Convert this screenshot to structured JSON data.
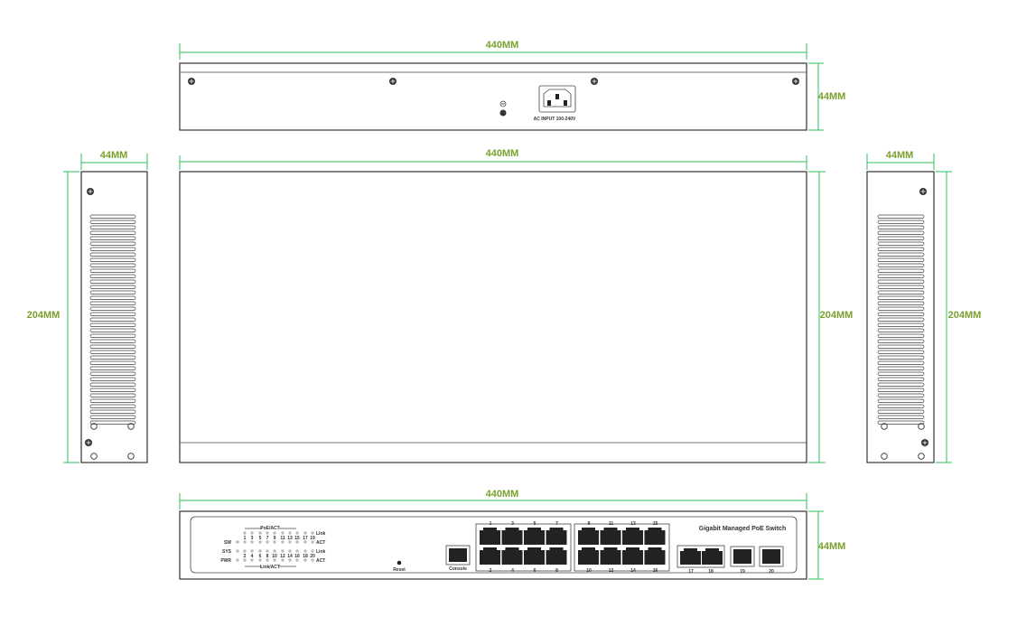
{
  "dimensions": {
    "rear_width": "440MM",
    "rear_height": "44MM",
    "top_width": "440MM",
    "top_depth": "204MM",
    "left_width": "44MM",
    "left_depth": "204MM",
    "right_width": "44MM",
    "right_depth": "204MM",
    "front_width": "440MM",
    "front_height": "44MM"
  },
  "rear_panel": {
    "power_label": "AC INPUT 100-240V"
  },
  "front_panel": {
    "title": "Gigabit  Managed PoE Switch",
    "poe_act_label": "PoE/ACT",
    "link_act_label": "Link/ACT",
    "status_leds": [
      "SW",
      "SYS",
      "PWR"
    ],
    "row_labels": {
      "link": "Link",
      "act": "ACT"
    },
    "odd_ports": [
      "1",
      "3",
      "5",
      "7",
      "9",
      "11",
      "13",
      "15",
      "17",
      "19"
    ],
    "even_ports": [
      "2",
      "4",
      "6",
      "8",
      "10",
      "12",
      "14",
      "16",
      "18",
      "20"
    ],
    "reset_label": "Reset",
    "console_label": "Console",
    "rj45_top_labels": [
      "1",
      "3",
      "5",
      "7",
      "9",
      "11",
      "13",
      "15"
    ],
    "rj45_bottom_labels": [
      "2",
      "4",
      "6",
      "8",
      "10",
      "12",
      "14",
      "16"
    ],
    "uplink_labels": [
      "17",
      "18"
    ],
    "sfp_labels": [
      "19",
      "20"
    ]
  },
  "colors": {
    "dimension_line": "#2fbf5a",
    "dimension_text": "#7aa12e",
    "outline": "#333333"
  }
}
